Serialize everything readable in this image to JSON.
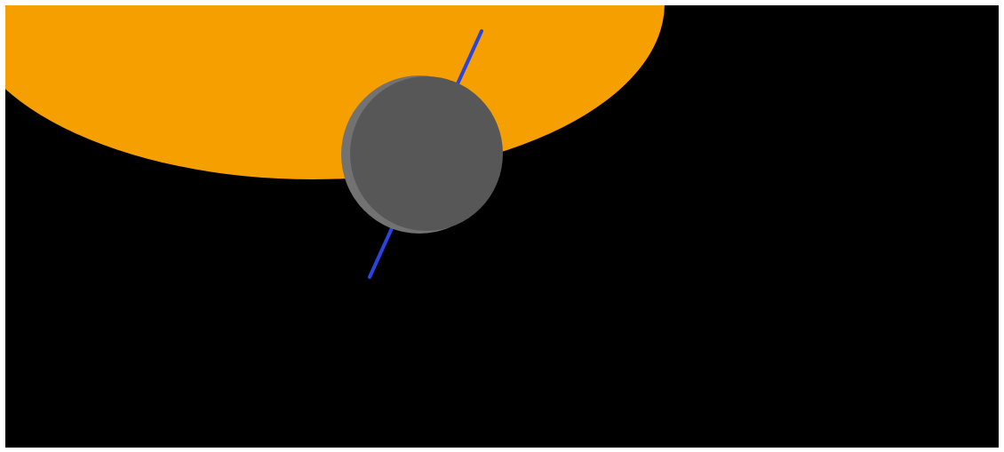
{
  "scene": {
    "background_color": "#000000",
    "frame_color": "#ffffff",
    "shapes": [
      {
        "name": "orange-ellipse",
        "color": "#f5a000"
      },
      {
        "name": "blue-axis-line",
        "color": "#2a44e0"
      },
      {
        "name": "gray-disc",
        "color": "#575757",
        "rim_color": "#727272"
      }
    ]
  }
}
